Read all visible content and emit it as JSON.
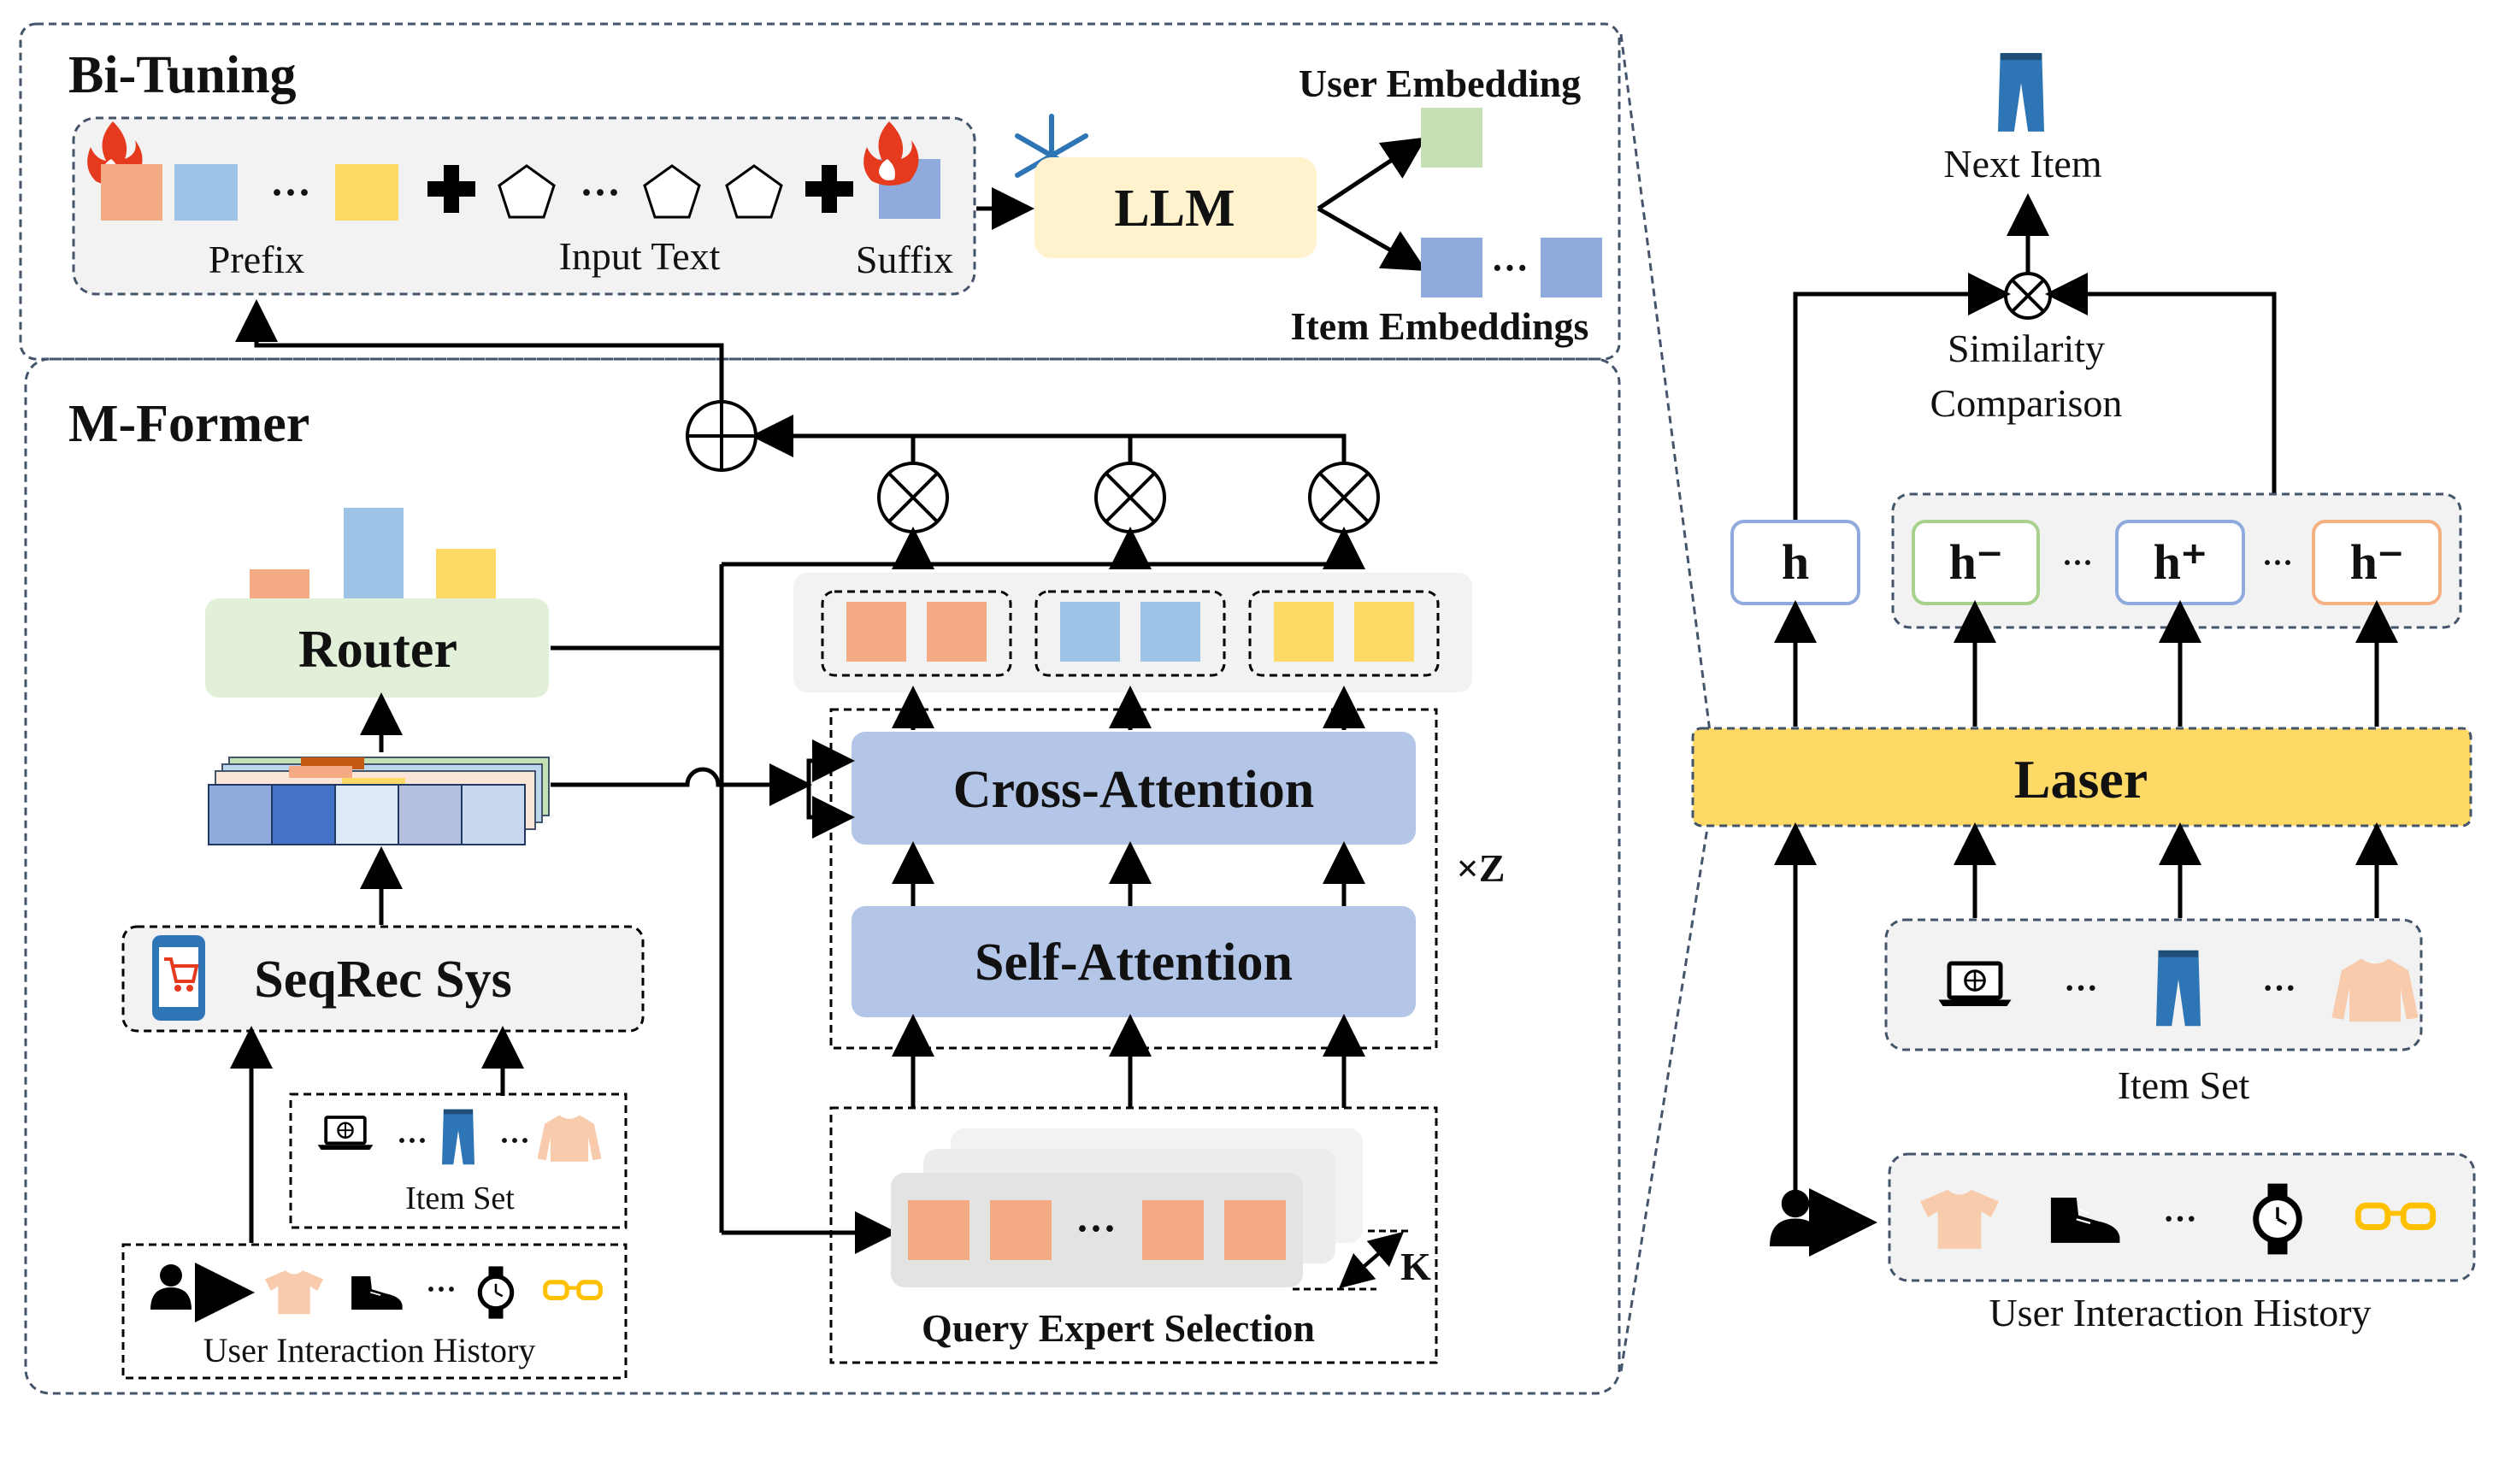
{
  "title": "",
  "bituning": {
    "title": "Bi-Tuning",
    "prefix": "Prefix",
    "input_text": "Input Text",
    "suffix": "Suffix",
    "llm": "LLM",
    "user_embedding": "User Embedding",
    "item_embeddings": "Item Embeddings",
    "dots": "···"
  },
  "mformer": {
    "title": "M-Former",
    "router": "Router",
    "seqrec": "SeqRec Sys",
    "item_set": "Item Set",
    "user_history": "User Interaction History",
    "cross_attention": "Cross-Attention",
    "self_attention": "Self-Attention",
    "repeat": "×Z",
    "query_expert": "Query Expert Selection",
    "k": "K",
    "dots": "···"
  },
  "laser": {
    "next_item": "Next Item",
    "similarity": "Similarity",
    "comparison": "Comparison",
    "h": "h",
    "h_neg": "h⁻",
    "h_pos": "h⁺",
    "laser": "Laser",
    "item_set": "Item Set",
    "user_history": "User Interaction History",
    "dots": "···"
  },
  "colors": {
    "orange": "#f4aa82",
    "blue": "#9dc3e6",
    "yellow": "#ffd966",
    "green": "#c5e0b4",
    "slate": "#8faadc",
    "llm_fill": "#fff2cc",
    "router_fill": "#e2f0d9",
    "attention_fill": "#b4c6e7",
    "laser_fill": "#ffd966",
    "panel_fill": "#f2f2f2",
    "border": "#44546a"
  },
  "icons": [
    "fire-icon",
    "snowflake-icon",
    "pentagon-icon",
    "plus-icon",
    "multiply-circle-icon",
    "add-circle-icon",
    "phone-cart-icon",
    "laptop-icon",
    "jeans-icon",
    "sweater-icon",
    "tshirt-icon",
    "shoe-icon",
    "watch-icon",
    "glasses-icon",
    "user-icon"
  ]
}
